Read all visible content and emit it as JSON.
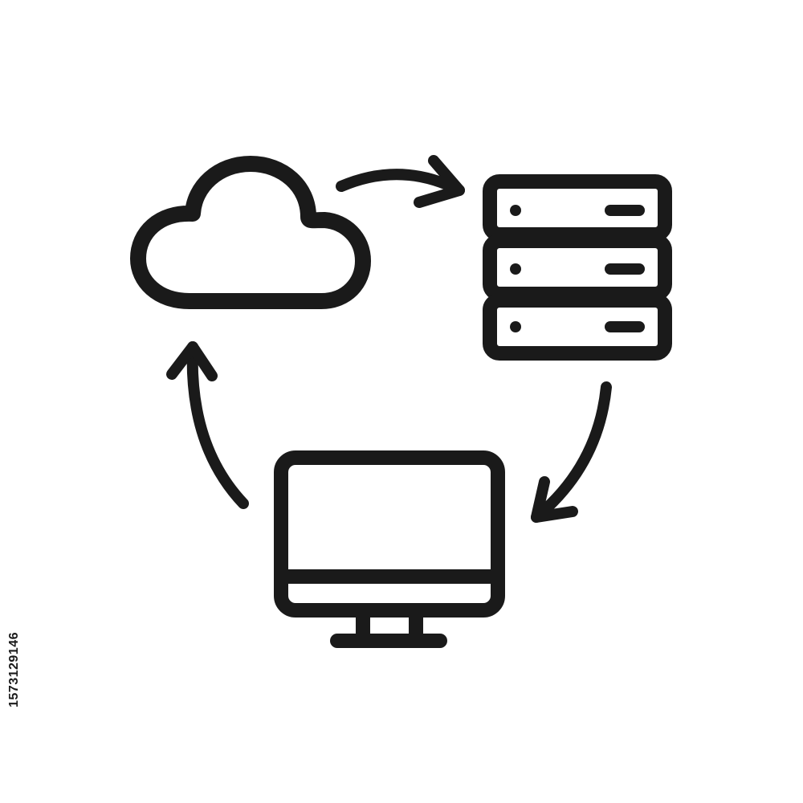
{
  "diagram": {
    "nodes": [
      {
        "id": "cloud",
        "icon": "cloud-icon"
      },
      {
        "id": "server",
        "icon": "server-rack-icon"
      },
      {
        "id": "computer",
        "icon": "desktop-monitor-icon"
      }
    ],
    "edges": [
      {
        "from": "cloud",
        "to": "server",
        "icon": "arrow-icon"
      },
      {
        "from": "server",
        "to": "computer",
        "icon": "arrow-icon"
      },
      {
        "from": "computer",
        "to": "cloud",
        "icon": "arrow-icon"
      }
    ]
  },
  "colors": {
    "stroke": "#1a1a1a",
    "background": "#ffffff"
  },
  "stock_id": "1573129146"
}
